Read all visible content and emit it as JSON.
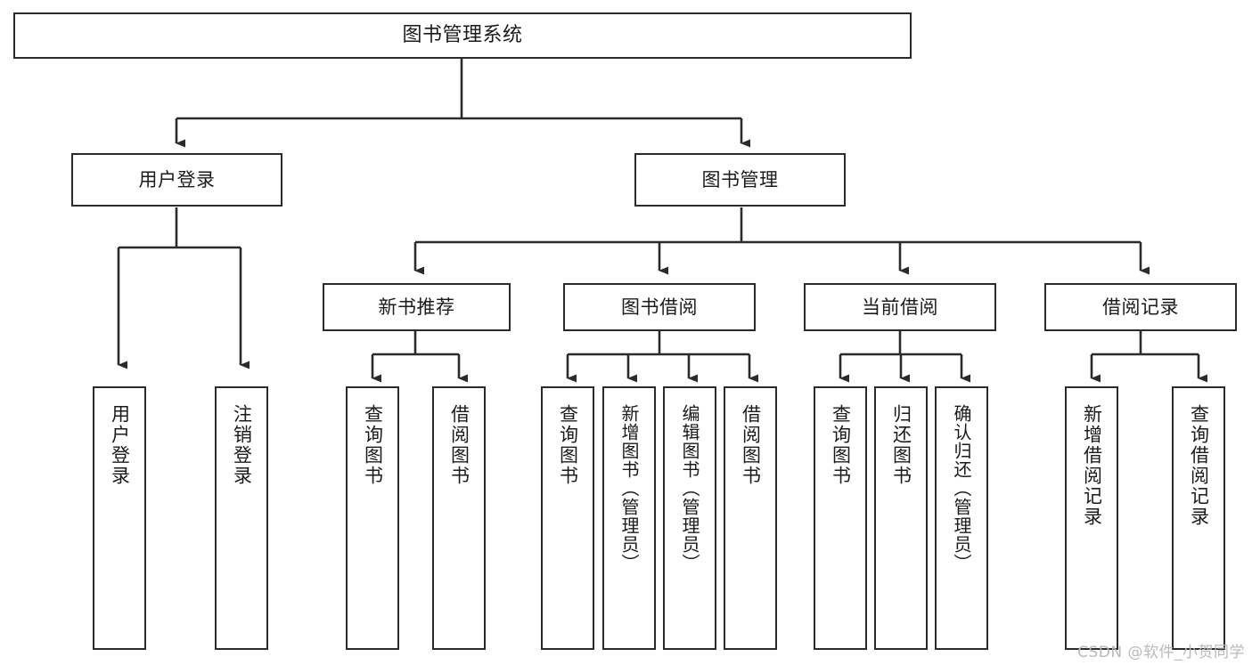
{
  "diagram": {
    "title": "图书管理系统",
    "type": "tree-hierarchy-functional-structure",
    "watermark": "CSDN @软件_小贺同学",
    "colors": {
      "box_border": "#2b2b2b",
      "box_fill": "#ffffff",
      "edge": "#2b2b2b",
      "text": "#1b1b1b",
      "watermark": "#b9b9b9"
    },
    "nodes": {
      "root": {
        "label": "图书管理系统"
      },
      "level2": [
        {
          "label": "用户登录"
        },
        {
          "label": "图书管理"
        }
      ],
      "level3": [
        {
          "label": "新书推荐"
        },
        {
          "label": "图书借阅"
        },
        {
          "label": "当前借阅"
        },
        {
          "label": "借阅记录"
        }
      ],
      "leaves": {
        "user_login": [
          {
            "label": "用户登录"
          },
          {
            "label": "注销登录"
          }
        ],
        "new_book_recommend": [
          {
            "label": "查询图书"
          },
          {
            "label": "借阅图书"
          }
        ],
        "book_borrow": [
          {
            "label": "查询图书"
          },
          {
            "label": "新增图书（管理员）"
          },
          {
            "label": "编辑图书（管理员）"
          },
          {
            "label": "借阅图书"
          }
        ],
        "current_borrow": [
          {
            "label": "查询图书"
          },
          {
            "label": "归还图书"
          },
          {
            "label": "确认归还（管理员）"
          }
        ],
        "borrow_records": [
          {
            "label": "新增借阅记录"
          },
          {
            "label": "查询借阅记录"
          }
        ]
      }
    }
  }
}
